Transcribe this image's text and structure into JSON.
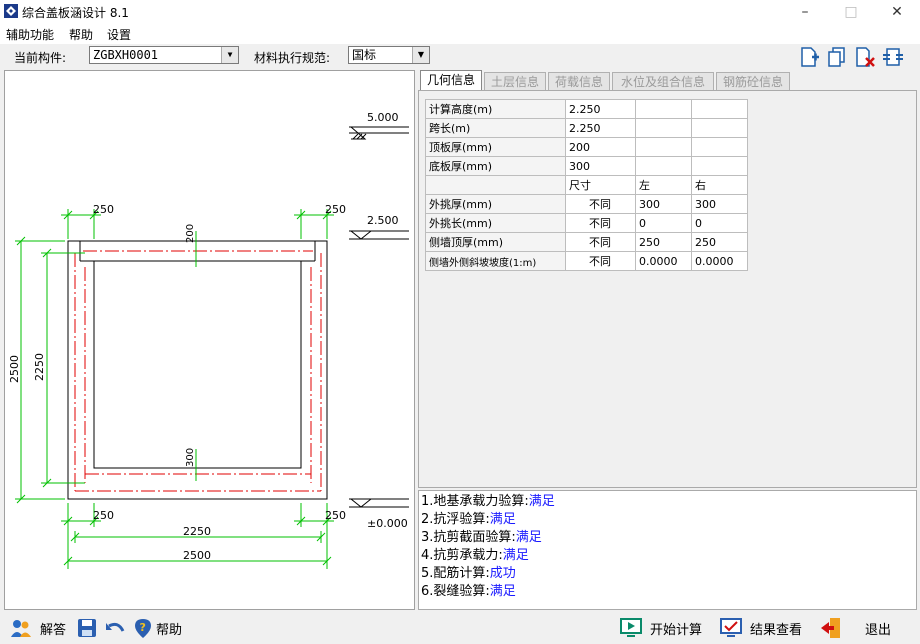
{
  "window": {
    "title": "综合盖板涵设计 8.1"
  },
  "menu": [
    "辅助功能",
    "帮助",
    "设置"
  ],
  "toolbar": {
    "component_label": "当前构件:",
    "component_value": "ZGBXH0001",
    "spec_label": "材料执行规范:",
    "spec_value": "国标"
  },
  "tabs": [
    "几何信息",
    "土层信息",
    "荷载信息",
    "水位及组合信息",
    "钢筋砼信息"
  ],
  "grid": {
    "header": [
      "尺寸",
      "左",
      "右"
    ],
    "rows": [
      {
        "label": "计算高度(m)",
        "value": "2.250"
      },
      {
        "label": "跨长(m)",
        "value": "2.250"
      },
      {
        "label": "顶板厚(mm)",
        "value": "200"
      },
      {
        "label": "底板厚(mm)",
        "value": "300"
      }
    ],
    "lr_rows": [
      {
        "label": "外挑厚(mm)",
        "mode": "不同",
        "left": "300",
        "right": "300"
      },
      {
        "label": "外挑长(mm)",
        "mode": "不同",
        "left": "0",
        "right": "0"
      },
      {
        "label": "侧墙顶厚(mm)",
        "mode": "不同",
        "left": "250",
        "right": "250"
      },
      {
        "label": "侧墙外侧斜坡坡度(1:m)",
        "mode": "不同",
        "left": "0.0000",
        "right": "0.0000"
      }
    ]
  },
  "results": [
    {
      "prefix": "1.地基承载力验算:",
      "status": "满足"
    },
    {
      "prefix": "2.抗浮验算:",
      "status": "满足"
    },
    {
      "prefix": "3.抗剪截面验算:",
      "status": "满足"
    },
    {
      "prefix": "4.抗剪承载力:",
      "status": "满足"
    },
    {
      "prefix": "5.配筋计算:",
      "status": "成功"
    },
    {
      "prefix": "6.裂缝验算:",
      "status": "满足"
    }
  ],
  "drawing": {
    "levels": [
      "5.000",
      "2.500",
      "±0.000"
    ],
    "dim_top_left": "250",
    "dim_top_right": "250",
    "dim_bottom_left": "250",
    "dim_bottom_right": "250",
    "dim_top_slab": "200",
    "dim_bottom_slab": "300",
    "dim_inner_width": "2250",
    "dim_outer_width": "2500",
    "dim_outer_height": "2500",
    "dim_inner_height": "2250"
  },
  "bottom": {
    "answer": "解答",
    "help": "帮助",
    "start": "开始计算",
    "view": "结果查看",
    "exit": "退出"
  },
  "colors": {
    "dim_green": "#00c000",
    "rebar_red": "#e00000",
    "accent_blue": "#1a1aff"
  }
}
